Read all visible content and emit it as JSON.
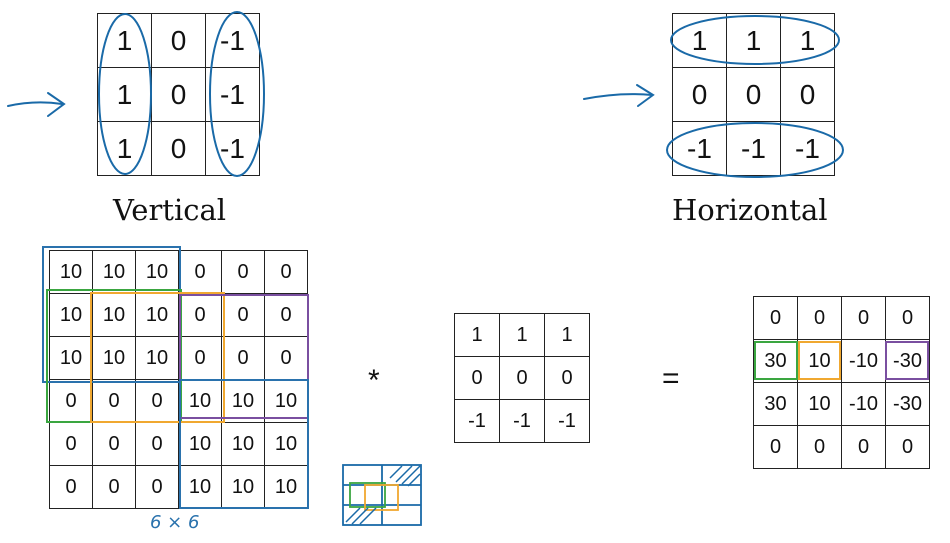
{
  "vertical": {
    "caption": "Vertical",
    "rows": [
      [
        "1",
        "0",
        "-1"
      ],
      [
        "1",
        "0",
        "-1"
      ],
      [
        "1",
        "0",
        "-1"
      ]
    ]
  },
  "horizontal": {
    "caption": "Horizontal",
    "rows": [
      [
        "1",
        "1",
        "1"
      ],
      [
        "0",
        "0",
        "0"
      ],
      [
        "-1",
        "-1",
        "-1"
      ]
    ]
  },
  "input": {
    "rows": [
      [
        "10",
        "10",
        "10",
        "0",
        "0",
        "0"
      ],
      [
        "10",
        "10",
        "10",
        "0",
        "0",
        "0"
      ],
      [
        "10",
        "10",
        "10",
        "0",
        "0",
        "0"
      ],
      [
        "0",
        "0",
        "0",
        "10",
        "10",
        "10"
      ],
      [
        "0",
        "0",
        "0",
        "10",
        "10",
        "10"
      ],
      [
        "0",
        "0",
        "0",
        "10",
        "10",
        "10"
      ]
    ],
    "size_note": "6 × 6"
  },
  "filter": {
    "rows": [
      [
        "1",
        "1",
        "1"
      ],
      [
        "0",
        "0",
        "0"
      ],
      [
        "-1",
        "-1",
        "-1"
      ]
    ]
  },
  "output": {
    "rows": [
      [
        "0",
        "0",
        "0",
        "0"
      ],
      [
        "30",
        "10",
        "-10",
        "-30"
      ],
      [
        "30",
        "10",
        "-10",
        "-30"
      ],
      [
        "0",
        "0",
        "0",
        "0"
      ]
    ]
  },
  "operators": {
    "convolve": "*",
    "equals": "="
  },
  "colors": {
    "ink": "#1a6aa8",
    "green": "#3aa640",
    "orange": "#f0a830",
    "purple": "#7a4fa0",
    "blue": "#2a72ad"
  }
}
